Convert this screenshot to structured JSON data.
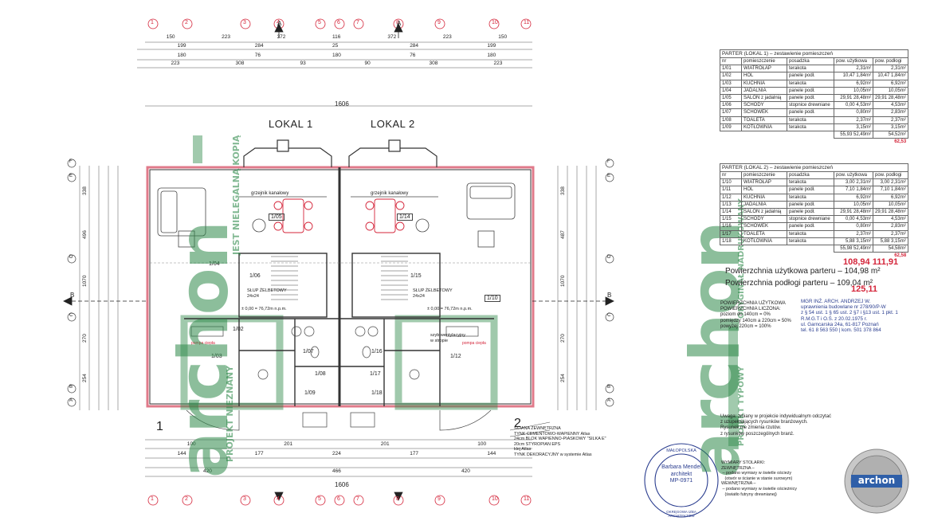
{
  "plan": {
    "lokal1": "LOKAL 1",
    "lokal2": "LOKAL 2",
    "axis_top": [
      "1",
      "2",
      "3",
      "4",
      "5",
      "6",
      "7",
      "8",
      "9",
      "10",
      "11"
    ],
    "axis_left": [
      "F",
      "E",
      "D",
      "C",
      "B",
      "A"
    ],
    "dims_top": [
      "150",
      "223",
      "372",
      "116",
      "372",
      "223",
      "150"
    ],
    "dims_top2": [
      "199",
      "284",
      "25",
      "284",
      "199"
    ],
    "dims_top3": [
      "180",
      "76",
      "180",
      "76",
      "180"
    ],
    "dims_top4": [
      "223",
      "308",
      "93",
      "90",
      "308",
      "223"
    ],
    "overall_width": "1606",
    "overall_width_bottom": "1606",
    "dims_bottom": [
      "420",
      "466",
      "420"
    ],
    "dims_bottom2": [
      "144",
      "177",
      "224",
      "177",
      "144"
    ],
    "dims_bottom3": [
      "100",
      "201",
      "201",
      "100"
    ],
    "dims_left": [
      "338",
      "496",
      "1070",
      "270",
      "254"
    ],
    "dims_right": [
      "338",
      "487",
      "1070",
      "270",
      "254"
    ],
    "rooms": {
      "r104": "1/04",
      "r105": "1/05",
      "r106": "1/06",
      "r107": "1/07",
      "r108": "1/08",
      "r109": "1/09",
      "r110": "1/10",
      "r102": "1/02",
      "r103": "1/03",
      "r114": "1/14",
      "r115": "1/15",
      "r116": "1/16",
      "r117": "1/17",
      "r118": "1/18",
      "r112": "1/12"
    },
    "radiator1": "grzejnik kanałowy",
    "radiator2": "grzejnik kanałowy",
    "column1": "SŁUP ŻELBETOWY 24x24",
    "column2": "SŁUP ŻELBETOWY 24x24",
    "level1": "± 0,00 = 76,72m n.p.m.",
    "level2": "± 0,00 = 76,72m n.p.m.",
    "shaft": "szyb wentylacyjny w stropie",
    "pump": "pompa ciepła",
    "section_a": "A",
    "section_b": "B",
    "wall_legend": "ŚCIANA ZEWNĘTRZNA\nTYNK CEMENTOWO-WAPIENNY Atlas\n24cm BLOK WAPIENNO-PIASKOWY \"SILKA E\"\n20cm STYROPIAN EPS\nklej Atlas\nTYNK DEKORACYJNY w systemie Atlas",
    "num_1": "1",
    "num_2": "2"
  },
  "watermark": {
    "brand": "archon",
    "side_text1": "PROJEKT NIEZNANY",
    "side_text2": "JEST NIELEGALNĄ KOPIĄ",
    "side_text3": "ORYGINAŁ NADRUKOWANY",
    "side_text4": "PROJEKT TYPOWY"
  },
  "table1": {
    "title": "PARTER (LOKAL 1) – zestawienie pomieszczeń",
    "header": [
      "nr",
      "pomieszczenie",
      "posadzka",
      "pow. użytkowa",
      "pow. podłogi"
    ],
    "rows": [
      [
        "1/01",
        "WIATROŁAP",
        "terakota",
        "2,31m²",
        "2,31m²"
      ],
      [
        "1/02",
        "HOL",
        "panele podł.",
        "10,47 1,84m²",
        "10,47 1,84m²"
      ],
      [
        "1/03",
        "KUCHNIA",
        "terakota",
        "6,92m²",
        "6,92m²"
      ],
      [
        "1/04",
        "JADALNIA",
        "panele podł.",
        "10,05m²",
        "10,05m²"
      ],
      [
        "1/05",
        "SALON z jadalnią",
        "panele podł.",
        "29,91 28,48m²",
        "29,91 28,48m²"
      ],
      [
        "1/06",
        "SCHODY",
        "stopnice drewniane",
        "0,00 4,53m²",
        "4,53m²"
      ],
      [
        "1/07",
        "SCHOWEK",
        "panele podł.",
        "0,80m²",
        "2,83m²"
      ],
      [
        "1/08",
        "TOALETA",
        "terakota",
        "2,37m²",
        "2,37m²"
      ],
      [
        "1/09",
        "KOTŁOWNIA",
        "terakota",
        "3,15m²",
        "3,15m²"
      ]
    ],
    "total_a": "55,93 52,49m²",
    "total_b": "54,52m²",
    "total_c": "62,53"
  },
  "table2": {
    "title": "PARTER (LOKAL 2) – zestawienie pomieszczeń",
    "header": [
      "nr",
      "pomieszczenie",
      "posadzka",
      "pow. użytkowa",
      "pow. podłogi"
    ],
    "rows": [
      [
        "1/10",
        "WIATROŁAP",
        "terakota",
        "3,00 2,31m²",
        "3,00 2,31m²"
      ],
      [
        "1/11",
        "HOL",
        "panele podł.",
        "7,10 1,84m²",
        "7,10 1,84m²"
      ],
      [
        "1/12",
        "KUCHNIA",
        "terakota",
        "6,92m²",
        "6,92m²"
      ],
      [
        "1/13",
        "JADALNIA",
        "panele podł.",
        "10,05m²",
        "10,05m²"
      ],
      [
        "1/14",
        "SALON z jadalnią",
        "panele podł.",
        "29,91 28,48m²",
        "29,91 28,48m²"
      ],
      [
        "1/15",
        "SCHODY",
        "stopnice drewniane",
        "0,00 4,53m²",
        "4,53m²"
      ],
      [
        "1/16",
        "SCHOWEK",
        "panele podł.",
        "0,80m²",
        "2,83m²"
      ],
      [
        "1/17",
        "TOALETA",
        "terakota",
        "2,37m²",
        "2,37m²"
      ],
      [
        "1/18",
        "KOTŁOWNIA",
        "terakota",
        "5,88 3,15m²",
        "5,88 3,15m²"
      ]
    ],
    "total_a": "55,98 52,49m²",
    "total_b": "54,58m²",
    "total_c": "62,58"
  },
  "summary": {
    "line1_label": "Powierzchnia użytkowa parteru",
    "line1_value": "– 104,98 m²",
    "line1_new": "108,94",
    "line1_new2": "111,91",
    "line2_label": "Powierzchnia podłogi parteru",
    "line2_value": "– 109,04 m²",
    "line2_new": "125,11"
  },
  "calc_note": "POWIERZCHNIA UŻYTKOWA\nPOWIERZCHNIA LICZONA:\npoziom do 140cm = 0%\npomiędzy 140cm a 220cm = 50%\npowyżej 220cm = 100%",
  "stamp_text": "MGR INŻ. ARCH. ANDRZEJ W.\nuprawnienia budowlane nr 278/90/P-W\nz § 54 ust. 1 § 65 ust. 2 §7 i §13 ust. 1 pkt. 1\nR.M.G.T i O.Ś. z 20.02.1975 r.\nul. Garncarska 24a, 61-817 Poznań\ntel. 61 8 563 550 | kom. 501 378 864",
  "change_note": "Uwaga: zmiany w projekcie indywidualnym odczytać\nz uzupełniających rysunków branżowych.\nRysunek nie zmienia rzutów.\nz rysunków poszczególnych branż.",
  "joinery_note": "WYMIARY STOLARKI:\nZEWNĘTRZNA –\n – podano wymiary w świetle ościeży\n   (otwór w ścianie w stanie surowym)\nWEWNĘTRZNA –\n – podano wymiary w świetle ościeżnicy\n   (światło futryny drewnianej)",
  "architect_stamp": {
    "region": "MAŁOPOLSKA",
    "name": "Barbara Mendel",
    "title": "architekt",
    "number": "MP-0971",
    "ring": "OKRĘGOWA IZBA ARCHITEKTÓW"
  },
  "logo": "archon"
}
